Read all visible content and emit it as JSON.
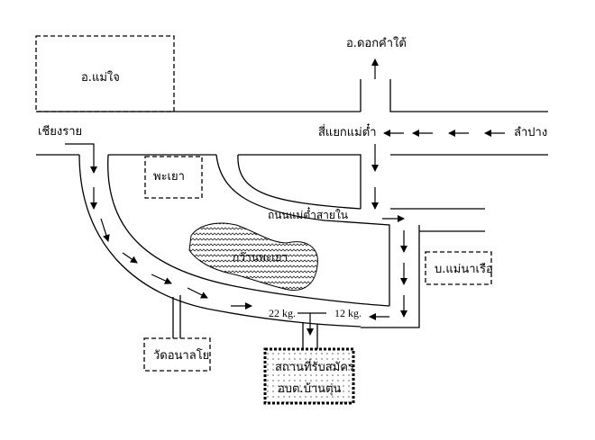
{
  "map": {
    "title": "Route map to applicant registration point",
    "places": {
      "mae_chai": "อ.แม่ใจ",
      "dok_kham_tai": "อ.ดอกคำใต้",
      "chiang_rai": "เชียงราย",
      "crossroads": "สี่แยกแม่ต๋ำ",
      "lampang": "ลำปาง",
      "phayao": "พะเยา",
      "inner_road": "ถนนแม่ต๋ำสายใน",
      "lake": "กว๊านพะเยา",
      "mae_na_ruea": "บ.แม่นาเรือ",
      "wat_analayo": "วัดอนาลโย",
      "registration_line1": "สถานที่รับสมัคร",
      "registration_line2": "อบต.บ้านตุ่น"
    },
    "distances": {
      "left": "22 kg.",
      "right": "12 kg."
    },
    "colors": {
      "line": "#000000",
      "background": "#ffffff",
      "spellcheck": "#d00000"
    }
  }
}
